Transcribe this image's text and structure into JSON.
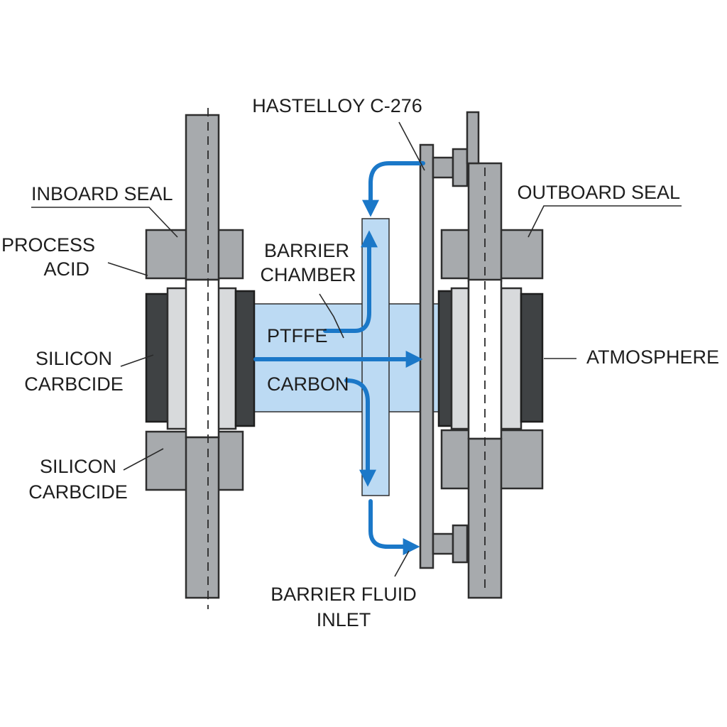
{
  "labels": {
    "hastelloy": "HASTELLOY C-276",
    "inboard_seal": "INBOARD SEAL",
    "outboard_seal": "OUTBOARD SEAL",
    "process_acid_line1": "PROCESS",
    "process_acid_line2": "ACID",
    "barrier_chamber_line1": "BARRIER",
    "barrier_chamber_line2": "CHAMBER",
    "ptffe": "PTFFE",
    "carbon": "CARBON",
    "silicon_carbide_upper_line1": "SILICON",
    "silicon_carbide_upper_line2": "CARBCIDE",
    "silicon_carbide_lower_line1": "SILICON",
    "silicon_carbide_lower_line2": "CARBCIDE",
    "atmosphere": "ATMOSPHERE",
    "barrier_fluid_inlet_line1": "BARRIER FLUID",
    "barrier_fluid_inlet_line2": "INLET"
  },
  "colors": {
    "metal": "#a7aaad",
    "metal_light": "#d8dadc",
    "seal_face_dark": "#3f4244",
    "barrier_fluid": "#bcdaf3",
    "flow_arrow": "#1b78c8"
  }
}
